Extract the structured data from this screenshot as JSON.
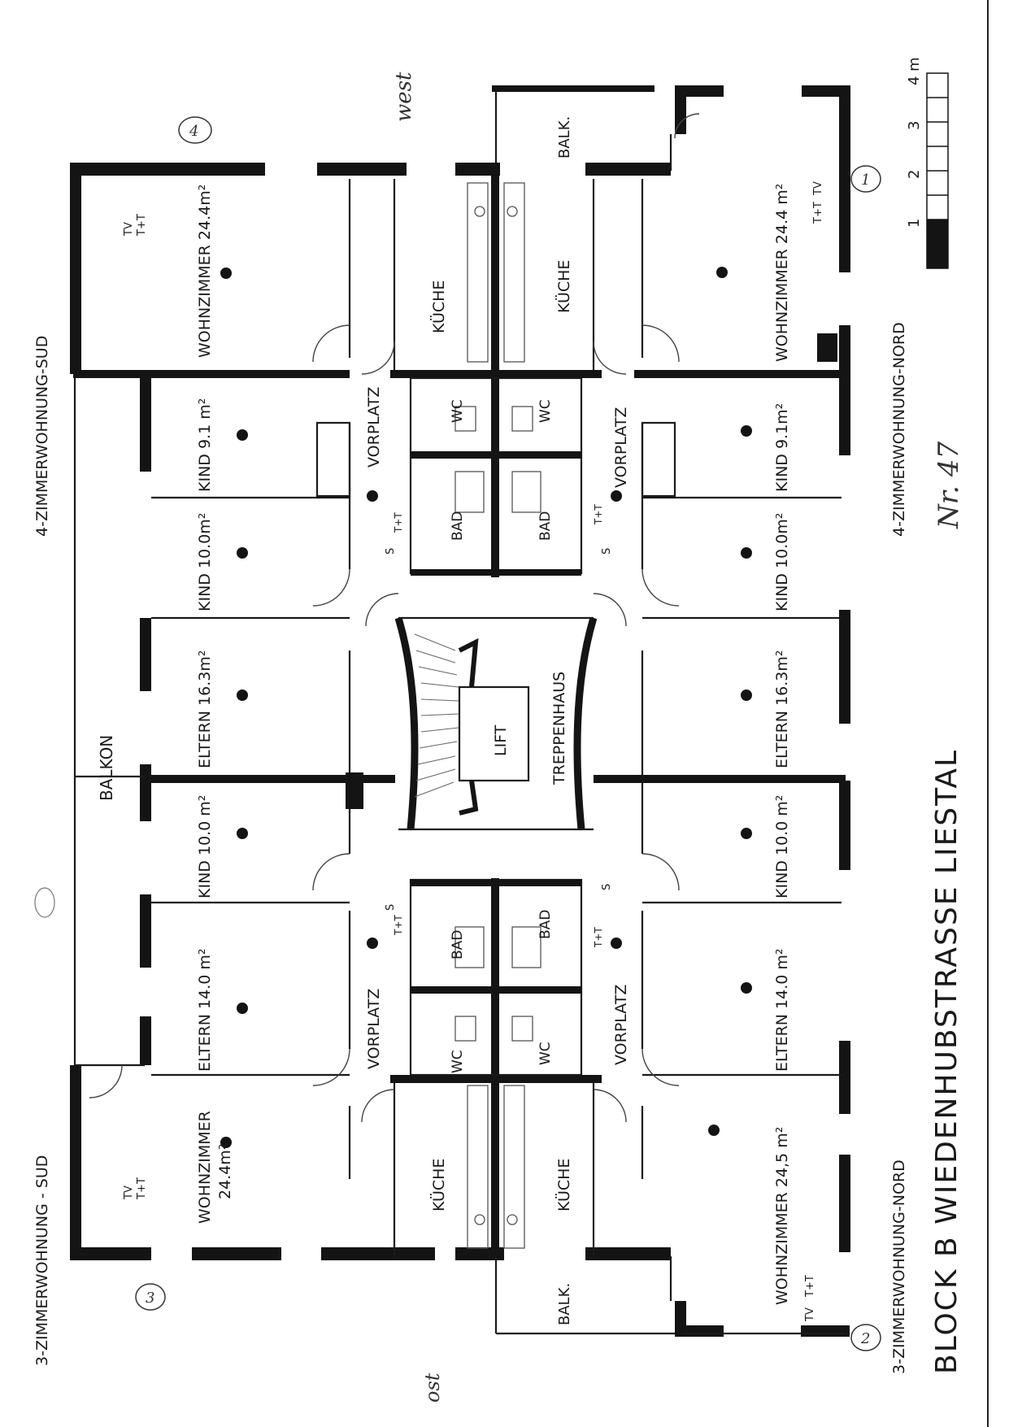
{
  "sheet": {
    "title": "BLOCK B   WIEDENHUBSTRASSE  LIESTAL",
    "note_handwritten": "Nr. 47",
    "scale_marks": [
      "1",
      "2",
      "3",
      "4 m"
    ]
  },
  "units": {
    "top_left": "4-ZIMMERWOHNUNG-SUD",
    "bottom_left": "3-ZIMMERWOHNUNG - SUD",
    "top_right": "4-ZIMMERWOHNUNG-NORD",
    "bottom_right": "3-ZIMMERWOHNUNG-NORD"
  },
  "rooms": {
    "wohn_tl": "WOHNZIMMER 24.4m²",
    "kind_tl1": "KIND 9.1 m²",
    "kind_tl2": "KIND 10.0m²",
    "eltern_tl": "ELTERN 16.3m²",
    "kind_bl": "KIND 10.0 m²",
    "eltern_bl": "ELTERN 14.0 m²",
    "wohn_bl_a": "WOHNZIMMER",
    "wohn_bl_b": "24.4m²",
    "wohn_tr": "WOHNZIMMER 24.4 m²",
    "kind_tr1": "KIND 9.1m²",
    "kind_tr2": "KIND 10.0m²",
    "eltern_tr": "ELTERN 16.3m²",
    "kind_br": "KIND 10.0 m²",
    "eltern_br": "ELTERN 14.0 m²",
    "wohn_br": "WOHNZIMMER 24,5 m²",
    "balkon": "BALKON",
    "balk": "BALK.",
    "kuche": "KÜCHE",
    "vorplatz": "VORPLATZ",
    "wc": "WC",
    "bad": "BAD",
    "lift": "LIFT",
    "treppenhaus": "TREPPENHAUS",
    "tv": "TV",
    "tt": "T+T",
    "s": "S"
  },
  "handwriting": {
    "west": "west",
    "ost": "ost",
    "c1": "1",
    "c2": "2",
    "c3": "3",
    "c4": "4"
  }
}
